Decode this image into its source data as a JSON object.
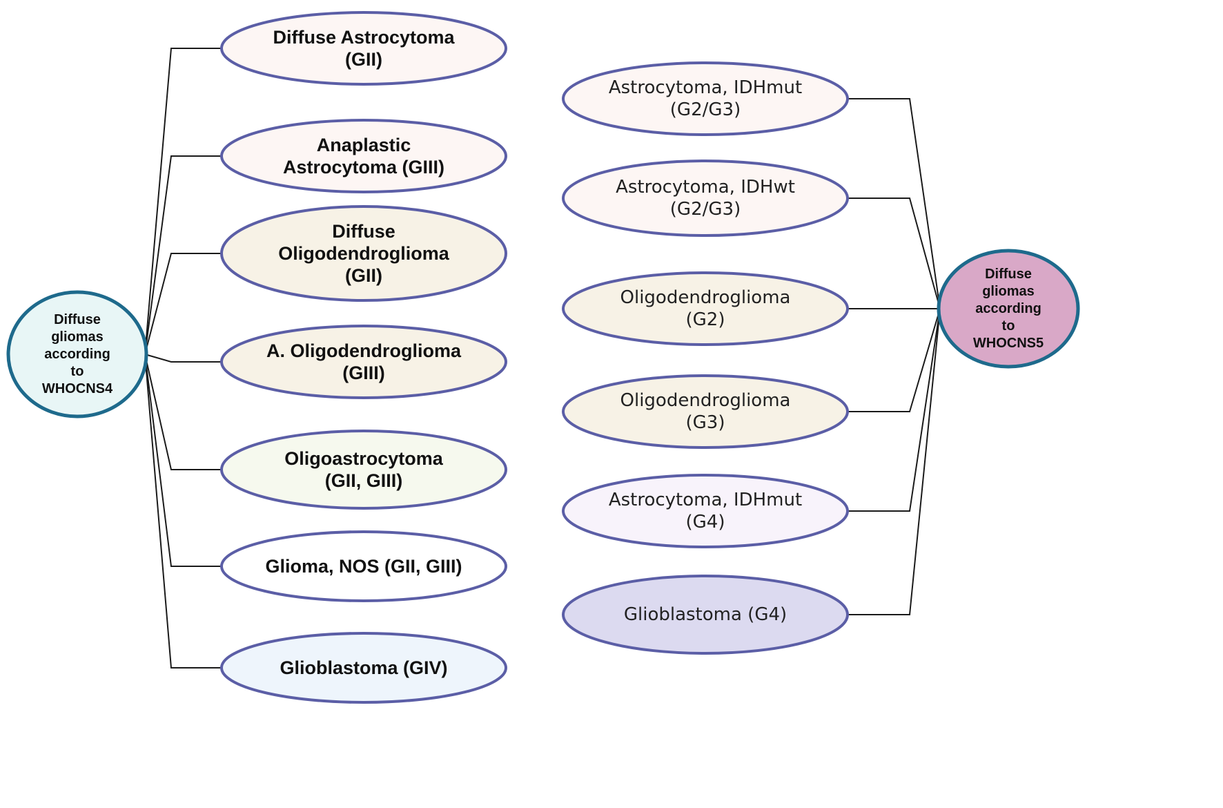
{
  "left_root": {
    "lines": [
      "Diffuse",
      "gliomas",
      "according",
      "to",
      "WHOCNS4"
    ],
    "fill": "#e8f6f6",
    "stroke": "#1e6a8c"
  },
  "right_root": {
    "lines": [
      "Diffuse",
      "gliomas",
      "according",
      "to",
      "WHOCNS5"
    ],
    "fill": "#d9a8c7",
    "stroke": "#1e6a8c"
  },
  "node_stroke": "#5b5ea6",
  "left_nodes": [
    {
      "lines": [
        "Diffuse Astrocytoma",
        "(GII)"
      ],
      "fill": "#fdf6f4"
    },
    {
      "lines": [
        "Anaplastic",
        "Astrocytoma (GIII)"
      ],
      "fill": "#fdf6f4"
    },
    {
      "lines": [
        "Diffuse",
        "Oligodendroglioma",
        "(GII)"
      ],
      "fill": "#f7f2e6"
    },
    {
      "lines": [
        "A. Oligodendroglioma",
        "(GIII)"
      ],
      "fill": "#f7f2e6"
    },
    {
      "lines": [
        "Oligoastrocytoma",
        "(GII, GIII)"
      ],
      "fill": "#f6f9ee"
    },
    {
      "lines": [
        "Glioma, NOS (GII, GIII)"
      ],
      "fill": "#ffffff"
    },
    {
      "lines": [
        "Glioblastoma (GIV)"
      ],
      "fill": "#eef5fc"
    }
  ],
  "right_nodes": [
    {
      "lines": [
        "Astrocytoma, IDHmut",
        "(G2/G3)"
      ],
      "fill": "#fdf6f4"
    },
    {
      "lines": [
        "Astrocytoma, IDHwt",
        "(G2/G3)"
      ],
      "fill": "#fdf6f4"
    },
    {
      "lines": [
        "Oligodendroglioma",
        "(G2)"
      ],
      "fill": "#f7f2e6"
    },
    {
      "lines": [
        "Oligodendroglioma",
        "(G3)"
      ],
      "fill": "#f7f2e6"
    },
    {
      "lines": [
        "Astrocytoma, IDHmut",
        "(G4)"
      ],
      "fill": "#f8f3fb"
    },
    {
      "lines": [
        "Glioblastoma (G4)"
      ],
      "fill": "#dcdaf0"
    }
  ]
}
